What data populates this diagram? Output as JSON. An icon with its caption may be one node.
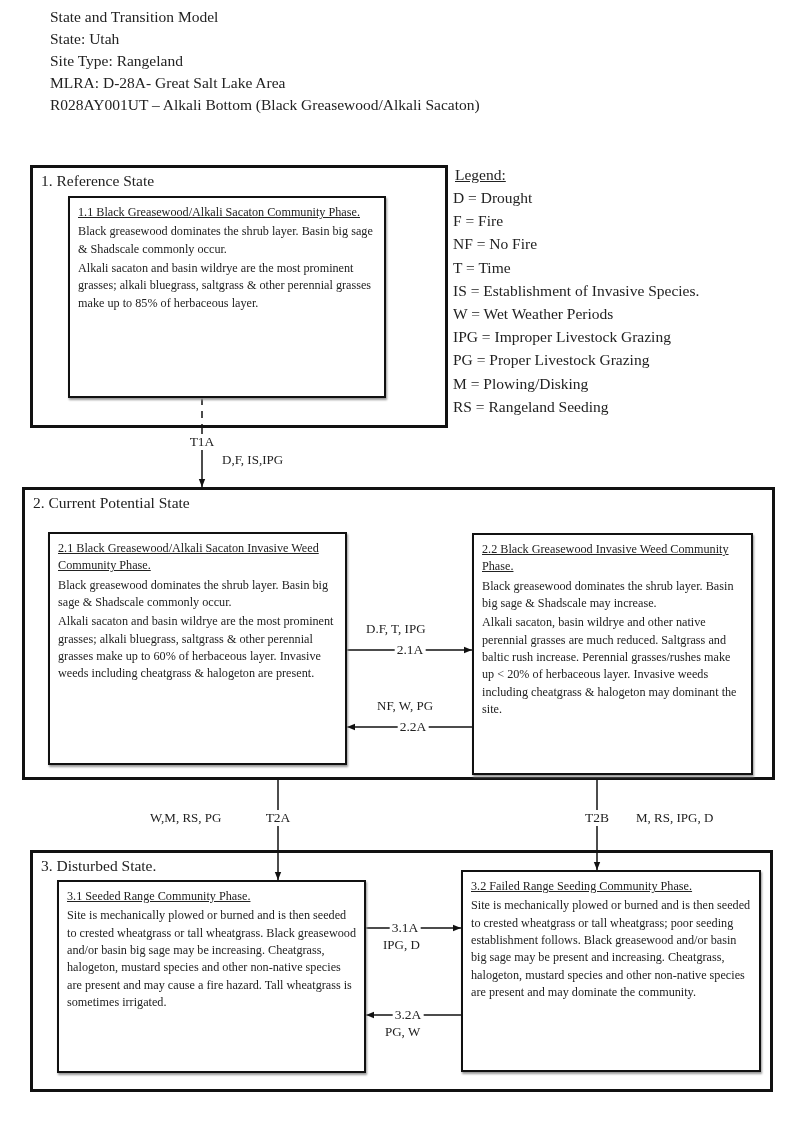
{
  "diagram": {
    "nodes": [
      {
        "text": [
          "1. Reference State"
        ]
      },
      {
        "text": [
          "1.1 Black Greasewood/Alkali Sacaton Community Phase.",
          "Black greasewood dominates the shrub layer. Basin big sage & Shadscale commonly occur.",
          "Alkali sacaton and basin wildrye are the most prominent grasses; alkali bluegrass, saltgrass & other perennial grasses make up to 85% of herbaceous layer."
        ],
        "in": 0
      },
      {
        "text": [
          "2. Current Potential State"
        ]
      },
      {
        "text": [
          "2.1 Black Greasewood/Alkali Sacaton Invasive Weed Community Phase.",
          "Black greasewood dominates the shrub layer. Basin big sage & Shadscale commonly occur.",
          "Alkali sacaton and basin wildrye are the most prominent grasses; alkali bluegrass, saltgrass & other perennial grasses make up to 60% of herbaceous layer. Invasive weeds including cheatgrass & halogeton are present."
        ],
        "in": 2
      },
      {
        "text": [
          "2.2 Black Greasewood Invasive Weed Community Phase.",
          "Black greasewood dominates the shrub layer. Basin big sage & Shadscale may increase.",
          "Alkali sacaton, basin wildrye and other native perennial grasses are much reduced. Saltgrass and baltic rush increase. Perennial grasses/rushes make up < 20% of herbaceous layer. Invasive weeds including cheatgrass & halogeton may dominant the site."
        ],
        "in": 2
      },
      {
        "text": [
          "3. Disturbed State."
        ]
      },
      {
        "text": [
          "3.1 Seeded Range Community Phase.",
          "Site is mechanically plowed or burned and is then seeded to crested wheatgrass or tall wheatgrass. Black greasewood and/or basin big sage may be increasing. Cheatgrass, halogeton, mustard species and other non-native species are present and may cause a fire hazard. Tall wheatgrass is sometimes irrigated."
        ],
        "in": 5
      },
      {
        "text": [
          "3.2 Failed Range Seeding Community Phase.",
          "Site is mechanically plowed or burned and is then seeded to crested wheatgrass or tall wheatgrass; poor seeding establishment follows. Black greasewood and/or basin big sage may be present and increasing. Cheatgrass, halogeton, mustard species and other non-native species are present and may dominate the community."
        ],
        "in": 5
      }
    ],
    "edges": [
      {
        "from": 1,
        "to": 0,
        "arrow": "none",
        "style": "dashed"
      },
      {
        "from": 0,
        "to": 2,
        "arrow": "to",
        "label": "T1A"
      },
      {
        "from": 3,
        "to": 4,
        "arrow": "to",
        "label": "2.1A"
      },
      {
        "from": 4,
        "to": 3,
        "arrow": "to",
        "label": "2.2A"
      },
      {
        "from": 2,
        "to": 6,
        "arrow": "to",
        "label": "T2A"
      },
      {
        "from": 2,
        "to": 7,
        "arrow": "to",
        "label": "T2B"
      },
      {
        "from": 6,
        "to": 7,
        "arrow": "to",
        "label": "3.1A"
      },
      {
        "from": 7,
        "to": 6,
        "arrow": "to",
        "label": "3.2A"
      }
    ],
    "labels": [
      "State and Transition Model",
      "State: Utah",
      "Site Type: Rangeland",
      "MLRA: D-28A- Great Salt Lake Area",
      "R028AY001UT – Alkali Bottom (Black Greasewood/Alkali Sacaton)",
      "Legend:",
      "D,F, IS,IPG",
      "D.F, T, IPG",
      "NF, W, PG",
      "W,M, RS, PG",
      "M, RS, IPG, D",
      "IPG, D",
      "PG, W"
    ],
    "legend": [
      {
        "text": "D = Drought"
      },
      {
        "text": "F = Fire"
      },
      {
        "text": "NF = No Fire"
      },
      {
        "text": "T = Time"
      },
      {
        "text": "IS = Establishment of Invasive Species."
      },
      {
        "text": "W = Wet Weather Periods"
      },
      {
        "text": "IPG = Improper Livestock Grazing"
      },
      {
        "text": "PG = Proper Livestock Grazing"
      },
      {
        "text": "M = Plowing/Disking"
      },
      {
        "text": "RS = Rangeland Seeding"
      }
    ]
  }
}
